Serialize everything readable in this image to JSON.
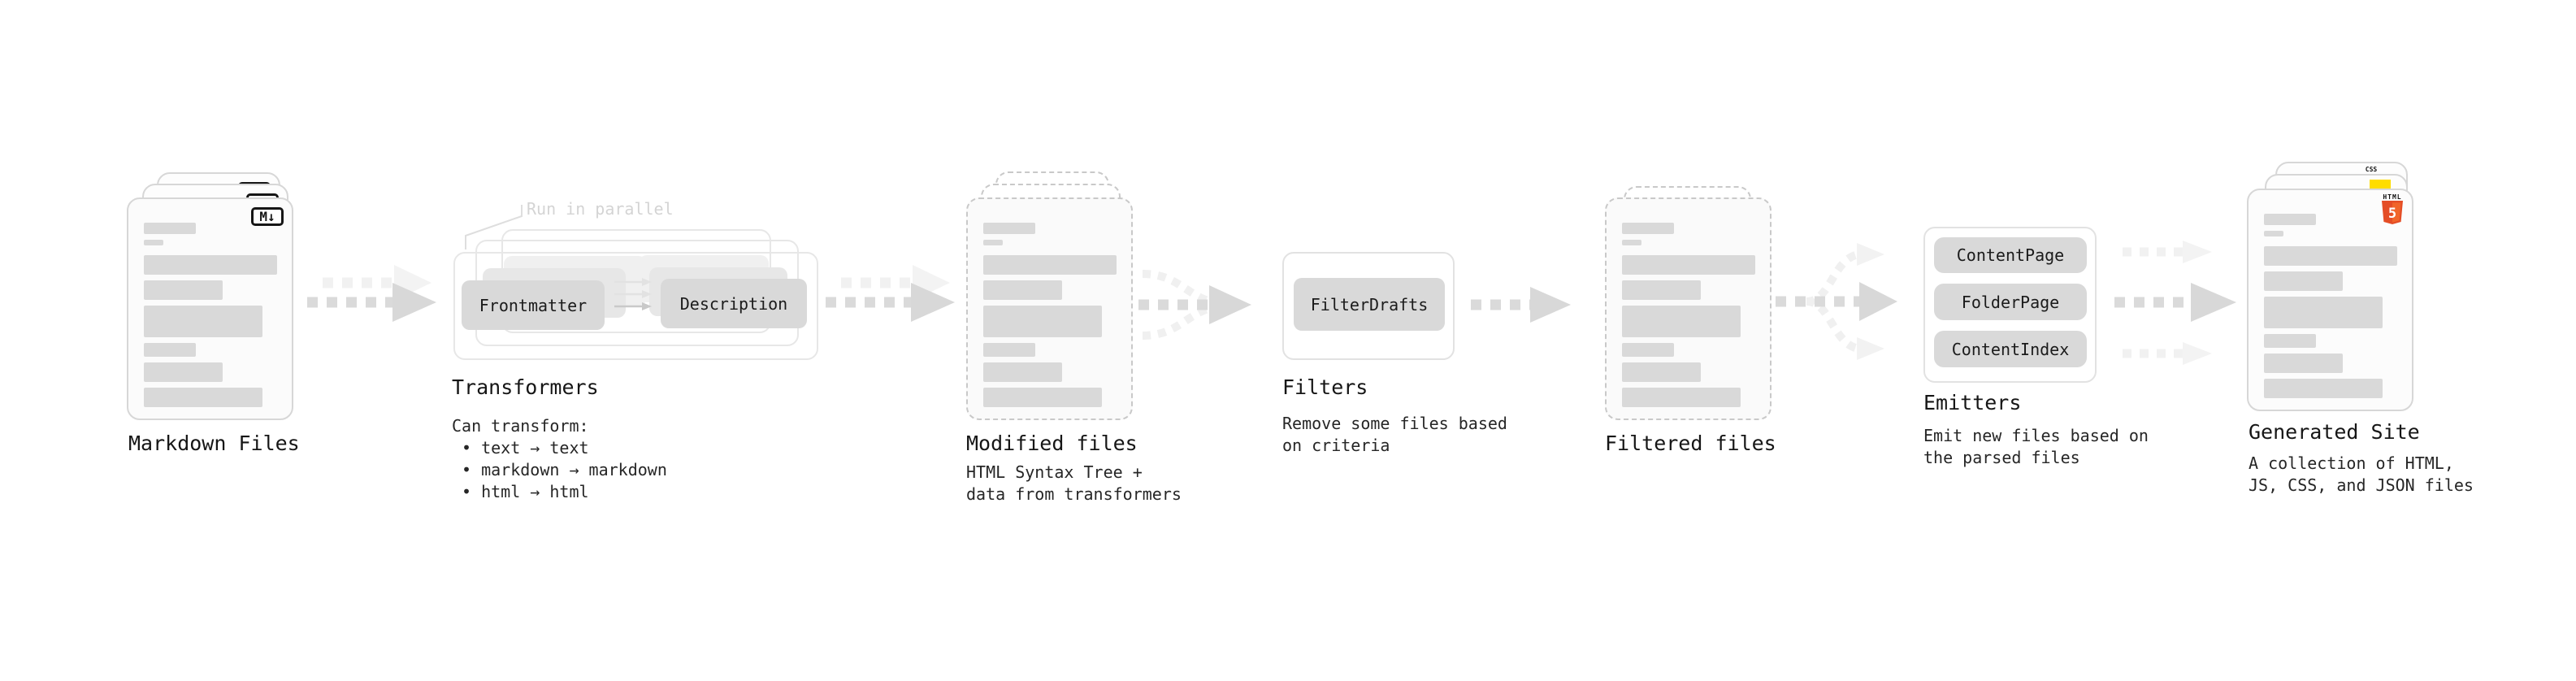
{
  "nodes": {
    "markdown_files": {
      "title": "Markdown Files",
      "badge": "M↓"
    },
    "transformers": {
      "annotation": "Run in parallel",
      "step1": "Frontmatter",
      "step2": "Description",
      "title": "Transformers",
      "caption": "Can transform:",
      "bullets": [
        "• text → text",
        "• markdown → markdown",
        "• html → html"
      ]
    },
    "modified_files": {
      "title": "Modified files",
      "caption": [
        "HTML Syntax Tree +",
        "data from transformers"
      ]
    },
    "filters": {
      "button": "FilterDrafts",
      "title": "Filters",
      "caption": [
        "Remove some files based",
        "on criteria"
      ]
    },
    "filtered_files": {
      "title": "Filtered files"
    },
    "emitters": {
      "buttons": [
        "ContentPage",
        "FolderPage",
        "ContentIndex"
      ],
      "title": "Emitters",
      "caption": [
        "Emit new files based on",
        "the parsed files"
      ]
    },
    "generated_site": {
      "title": "Generated Site",
      "caption": [
        "A collection of HTML,",
        "JS, CSS, and JSON files"
      ],
      "html5_badge_label": "HTML",
      "html5_badge_number": "5",
      "css_badge_label": "CSS"
    }
  },
  "colors": {
    "accent_html5": "#e44d26",
    "accent_html5_light": "#f16529",
    "accent_js": "#ffdd00",
    "accent_css": "#2965f1",
    "arrow_main": "#d9d9d9",
    "arrow_ghost": "#f1f1f1",
    "bar_fill": "#d9d9d9"
  }
}
